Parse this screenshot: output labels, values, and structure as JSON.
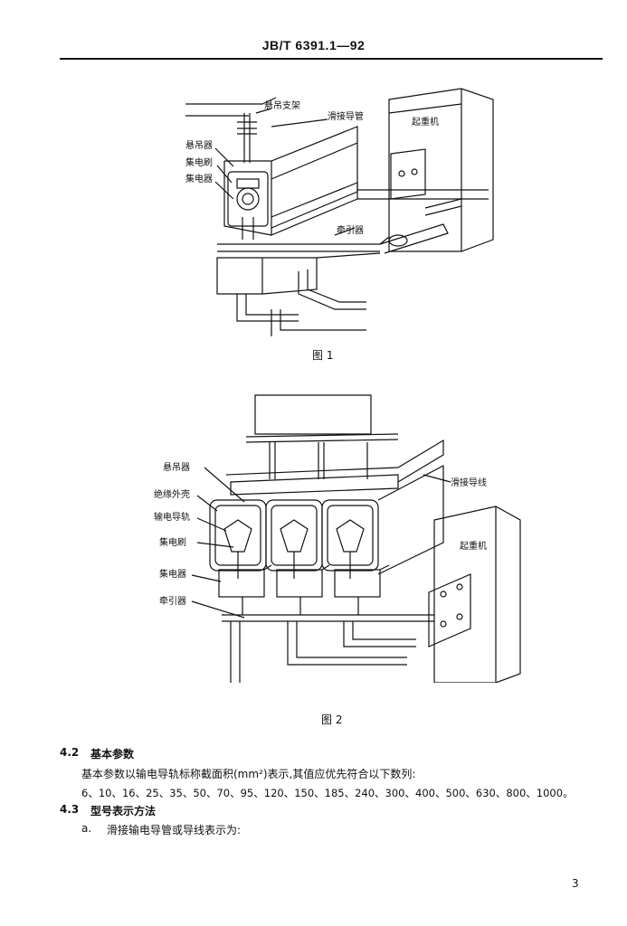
{
  "header": {
    "standard_number": "JB/T 6391.1—92"
  },
  "figure1": {
    "caption": "图 1",
    "labels": {
      "suspension_bracket": "悬吊支架",
      "sliding_conductor_tube": "滑接导管",
      "crane": "起重机",
      "suspender": "悬吊器",
      "carbon_brush": "集电刷",
      "collector": "集电器",
      "tractor": "牵引器"
    }
  },
  "figure2": {
    "caption": "图 2",
    "labels": {
      "suspender": "悬吊器",
      "sliding_conductor_wire": "滑接导线",
      "insulating_shell": "绝缘外壳",
      "conductor_rail": "输电导轨",
      "carbon_brush": "集电刷",
      "collector": "集电器",
      "tractor": "牵引器",
      "crane": "起重机"
    }
  },
  "section_4_2": {
    "number": "4.2",
    "title": "基本参数",
    "text": "基本参数以输电导轨标称截面积(mm²)表示,其值应优先符合以下数列:",
    "series": "6、10、16、25、35、50、70、95、120、150、185、240、300、400、500、630、800、1000。"
  },
  "section_4_3": {
    "number": "4.3",
    "title": "型号表示方法",
    "item_a_marker": "a.",
    "item_a_text": "滑接输电导管或导线表示为:"
  },
  "page_number": "3"
}
